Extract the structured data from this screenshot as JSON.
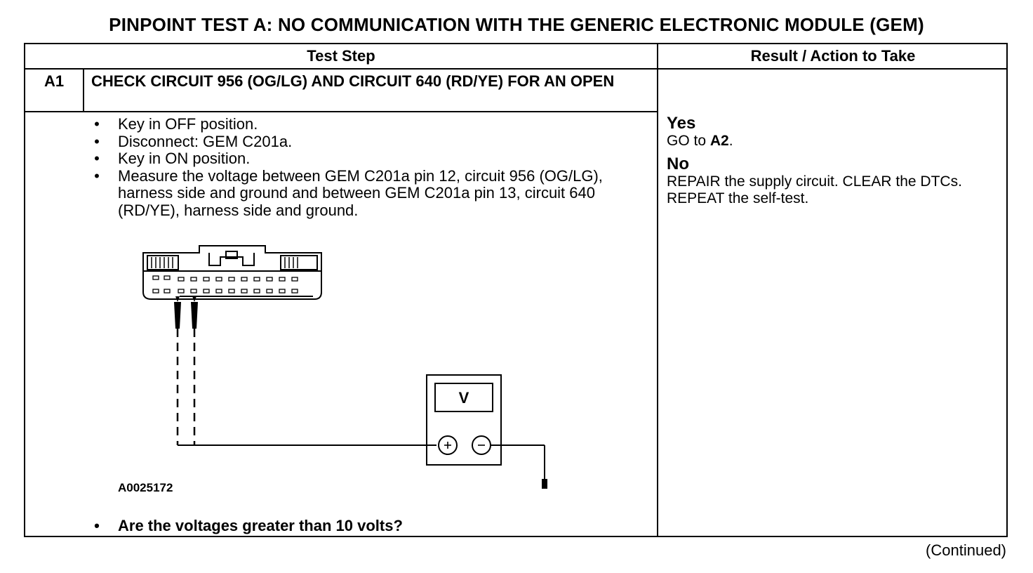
{
  "page": {
    "title": "PINPOINT TEST  A: NO COMMUNICATION WITH THE GENERIC ELECTRONIC MODULE (GEM)",
    "continued": "(Continued)"
  },
  "table": {
    "header_step": "Test Step",
    "header_result": "Result / Action to Take",
    "step_number": "A1",
    "step_title": "CHECK CIRCUIT 956 (OG/LG) AND CIRCUIT 640 (RD/YE) FOR AN OPEN",
    "instructions": [
      "Key in OFF position.",
      "Disconnect: GEM C201a.",
      "Key in ON position.",
      "Measure the voltage between GEM C201a pin 12, circuit 956 (OG/LG), harness side and ground and between GEM C201a pin 13, circuit 640 (RD/YE), harness side and ground."
    ],
    "bullet": "•",
    "figure_id": "A0025172",
    "meter_label": "V",
    "question": "Are the voltages greater than 10 volts?",
    "results": {
      "yes_label": "Yes",
      "yes_action_prefix": "GO to ",
      "yes_action_target": "A2",
      "yes_action_suffix": ".",
      "no_label": "No",
      "no_action": "REPAIR the supply circuit. CLEAR the DTCs. REPEAT the self-test."
    }
  }
}
